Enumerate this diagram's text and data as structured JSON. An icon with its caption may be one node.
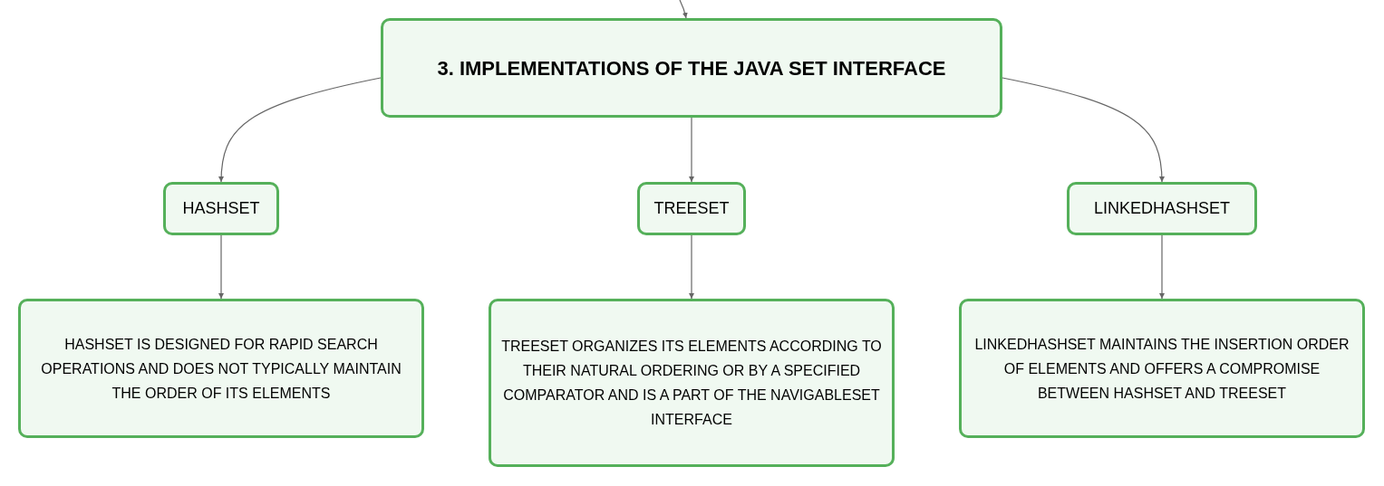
{
  "diagram": {
    "nodes": [
      {
        "text": [
          "3. IMPLEMENTATIONS OF THE JAVA SET INTERFACE"
        ]
      },
      {
        "text": [
          "HASHSET"
        ]
      },
      {
        "text": [
          "TREESET"
        ]
      },
      {
        "text": [
          "LINKEDHASHSET"
        ]
      },
      {
        "text": [
          "HASHSET IS DESIGNED FOR RAPID SEARCH OPERATIONS AND DOES NOT TYPICALLY MAINTAIN THE ORDER OF ITS ELEMENTS"
        ]
      },
      {
        "text": [
          "TREESET ORGANIZES ITS ELEMENTS ACCORDING TO THEIR NATURAL ORDERING OR BY A SPECIFIED COMPARATOR AND IS A PART OF THE NAVIGABLESET INTERFACE"
        ]
      },
      {
        "text": [
          "LINKEDHASHSET MAINTAINS THE INSERTION ORDER OF ELEMENTS AND OFFERS A COMPROMISE BETWEEN HASHSET AND TREESET"
        ]
      }
    ],
    "edges": [
      {
        "from": null,
        "to": 0,
        "arrow": "to"
      },
      {
        "from": 0,
        "to": 1,
        "arrow": "to"
      },
      {
        "from": 0,
        "to": 2,
        "arrow": "to"
      },
      {
        "from": 0,
        "to": 3,
        "arrow": "to"
      },
      {
        "from": 1,
        "to": 4,
        "arrow": "to"
      },
      {
        "from": 2,
        "to": 5,
        "arrow": "to"
      },
      {
        "from": 3,
        "to": 6,
        "arrow": "to"
      }
    ]
  }
}
